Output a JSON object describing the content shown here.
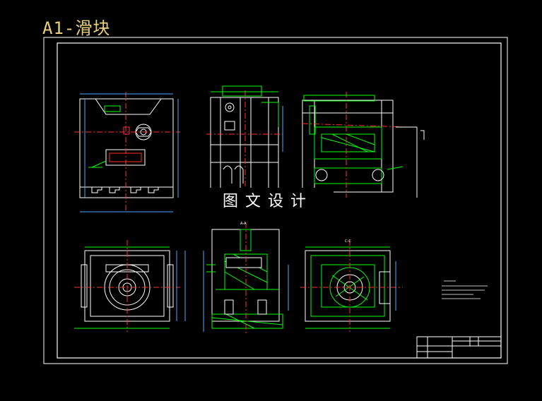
{
  "title": "A1-滑块",
  "watermark": "图文设计",
  "section_labels": {
    "a": "A-A",
    "c": "C-C"
  },
  "colors": {
    "background": "#000000",
    "title": "#e8d17a",
    "lines": "#ffffff",
    "outline": "#00ff00",
    "centerline": "#ff3030",
    "dimension": "#4aa8ff"
  }
}
